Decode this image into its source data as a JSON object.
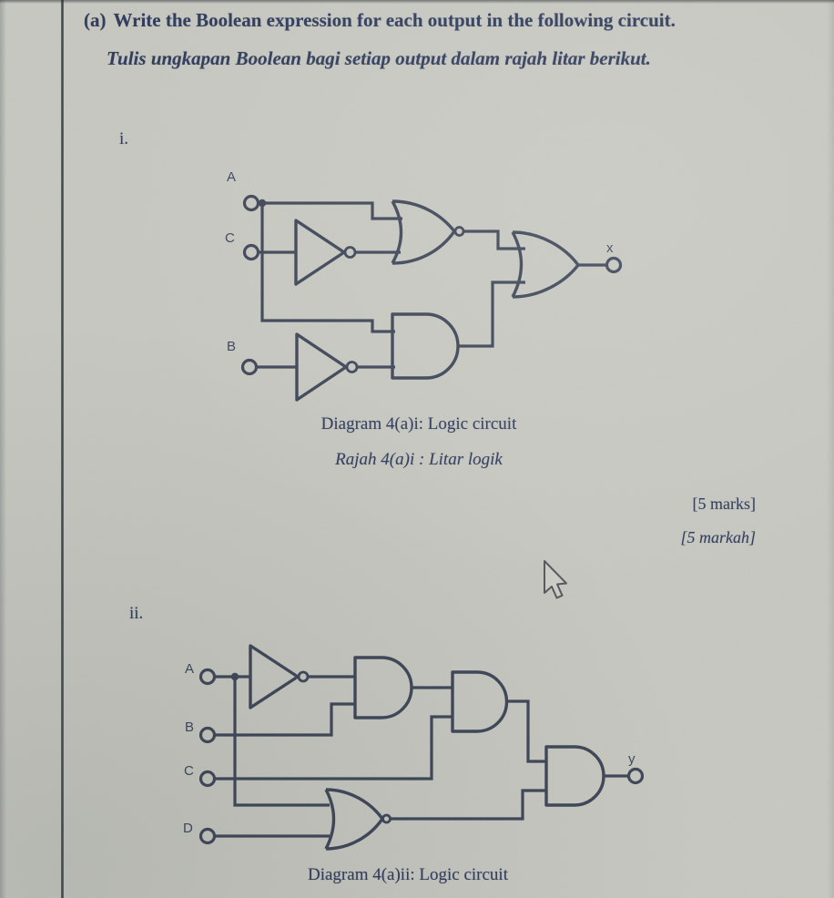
{
  "question": {
    "label": "(a)",
    "text_en": "Write the Boolean expression for each output in the following circuit.",
    "text_ms": "Tulis ungkapan Boolean bagi setiap output dalam rajah litar berikut."
  },
  "marks": {
    "en": "[5 marks]",
    "ms": "[5 markah]"
  },
  "diagram_i": {
    "index": "i.",
    "caption_en": "Diagram 4(a)i: Logic circuit",
    "caption_ms": "Rajah 4(a)i : Litar logik",
    "labels": {
      "input_a": "A",
      "input_c": "C",
      "input_b": "B",
      "output": "x"
    },
    "gates": [
      "NOT",
      "NOT",
      "NOR",
      "AND",
      "OR"
    ]
  },
  "diagram_ii": {
    "index": "ii.",
    "caption_en": "Diagram 4(a)ii: Logic circuit",
    "labels": {
      "input_a": "A",
      "input_b": "B",
      "input_c": "C",
      "input_d": "D",
      "output": "y"
    },
    "gates": [
      "NOT",
      "AND",
      "AND",
      "NOR",
      "AND"
    ]
  },
  "colors": {
    "paper": "#c6c8c0",
    "ink_text": "#2c3859",
    "ink_line": "#3b4355"
  }
}
